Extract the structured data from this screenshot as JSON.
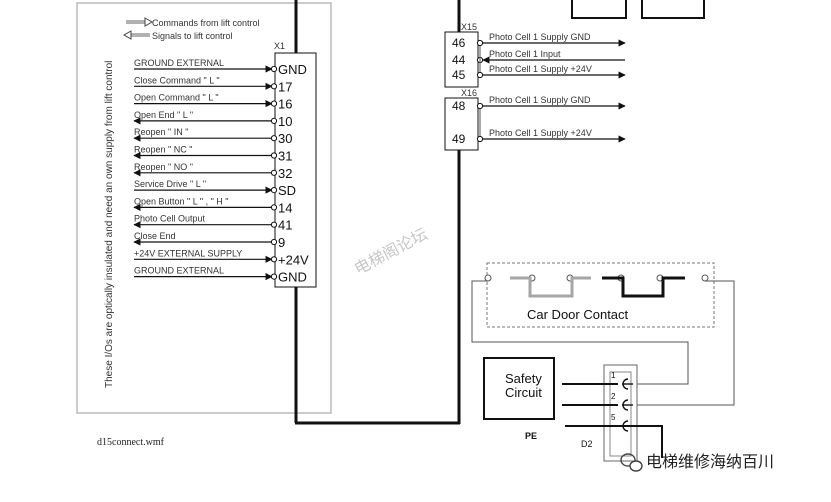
{
  "legend": {
    "commands": "Commands from lift control",
    "signals": "Signals to lift control"
  },
  "side_note": "These I/Os are optically insulated and need an own supply from lift control",
  "x1": {
    "label": "X1",
    "pins": [
      {
        "num": "GND",
        "desc": "GROUND EXTERNAL",
        "dir": "in"
      },
      {
        "num": "17",
        "desc": "Close Command \" L \"",
        "dir": "in"
      },
      {
        "num": "16",
        "desc": "Open Command \" L \"",
        "dir": "in"
      },
      {
        "num": "10",
        "desc": "Open End \" L \"",
        "dir": "out"
      },
      {
        "num": "30",
        "desc": "Reopen \" IN \"",
        "dir": "out"
      },
      {
        "num": "31",
        "desc": "Reopen \" NC \"",
        "dir": "out"
      },
      {
        "num": "32",
        "desc": "Reopen \" NO \"",
        "dir": "out"
      },
      {
        "num": "SD",
        "desc": "Service Drive \" L \"",
        "dir": "in"
      },
      {
        "num": "14",
        "desc": "Open Button \" L \" , \" H \"",
        "dir": "out"
      },
      {
        "num": "41",
        "desc": "Photo Cell Output",
        "dir": "out"
      },
      {
        "num": "9",
        "desc": "Close End",
        "dir": "out"
      },
      {
        "num": "+24V",
        "desc": "+24V EXTERNAL SUPPLY",
        "dir": "in"
      },
      {
        "num": "GND",
        "desc": "GROUND EXTERNAL",
        "dir": "in"
      }
    ]
  },
  "x15": {
    "label": "X15",
    "pins": [
      {
        "num": "46",
        "desc": "Photo Cell 1 Supply GND",
        "dir": "out"
      },
      {
        "num": "44",
        "desc": "Photo Cell 1 Input",
        "dir": "in"
      },
      {
        "num": "45",
        "desc": "Photo Cell 1 Supply +24V",
        "dir": "out"
      }
    ]
  },
  "x16": {
    "label": "X16",
    "pins": [
      {
        "num": "48",
        "desc": "Photo Cell 1 Supply  GND",
        "dir": "out"
      },
      {
        "num": "49",
        "desc": "Photo Cell 1 Supply  +24V",
        "dir": "out"
      }
    ]
  },
  "car_door_contact": "Car  Door  Contact",
  "safety_circuit": [
    "Safety",
    "Circuit"
  ],
  "pe_label": "PE",
  "d2": {
    "label": "D2",
    "pins": [
      "1",
      "2",
      "5"
    ]
  },
  "file_name": "d15connect.wmf",
  "watermark_center": "电梯阁论坛",
  "watermark_brand": "电梯维修海纳百川",
  "watermark_brand_icon": "wechat-icon"
}
